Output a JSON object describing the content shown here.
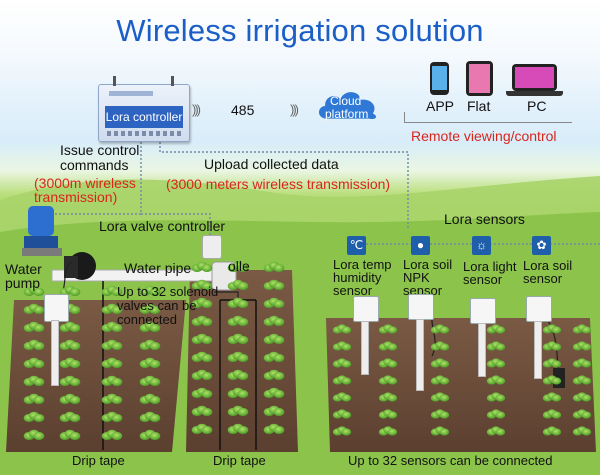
{
  "title": "Wireless irrigation solution",
  "controller": {
    "label": "Lora controller"
  },
  "link_label": "485",
  "cloud": {
    "label_line1": "Cloud",
    "label_line2": "platform"
  },
  "devices": [
    {
      "label": "APP"
    },
    {
      "label": "Flat"
    },
    {
      "label": "PC"
    }
  ],
  "remote_label": "Remote viewing/control",
  "upload": {
    "line1": "Upload collected data",
    "line2": "(3000 meters wireless transmission)"
  },
  "issue": {
    "line1": "Issue control",
    "line2": "commands",
    "line3": "(3000m wireless",
    "line4": "transmission)"
  },
  "valve_section": {
    "title": "Lora valve controller",
    "water_pump_line1": "Water",
    "water_pump_line2": "pump",
    "water_pipe": "Water pipe",
    "partial": "olle",
    "note_line1": "Up to 32 solenoid",
    "note_line2": "valves can be",
    "note_line3": "connected",
    "drip_left": "Drip tape",
    "drip_right": "Drip tape"
  },
  "sensor_section": {
    "title": "Lora sensors",
    "sensors": [
      {
        "line1": "Lora temp",
        "line2": "humidity",
        "line3": "sensor",
        "icon": "thermometer-icon"
      },
      {
        "line1": "Lora soil",
        "line2": "NPK",
        "line3": "sensor",
        "icon": "thermometer-icon"
      },
      {
        "line1": "Lora light",
        "line2": "sensor",
        "line3": "",
        "icon": "sun-icon"
      },
      {
        "line1": "Lora soil",
        "line2": "sensor",
        "line3": "",
        "icon": "plant-icon"
      }
    ],
    "footer": "Up to 32 sensors can be connected"
  },
  "colors": {
    "title_blue": "#1b5fc6",
    "note_red": "#d8261c",
    "controller_blue": "#2d63c1",
    "soil": "#6e4f3c",
    "grass": "#86be44"
  }
}
